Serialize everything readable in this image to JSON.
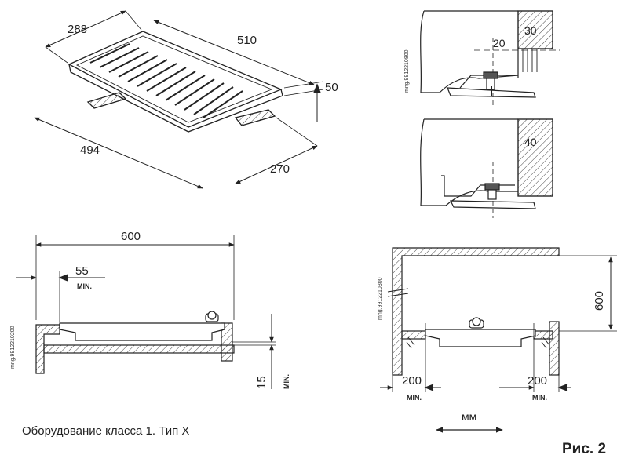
{
  "caption": "Оборудование класса 1. Тип X",
  "figure_label": "Рис. 2",
  "iso_view": {
    "depth": "288",
    "width": "510",
    "height": "50",
    "cutout_width": "494",
    "cutout_depth": "270"
  },
  "side_install": {
    "code": "mng.9912210200",
    "width": "600",
    "min_side_gap": "55",
    "min_side_gap_note": "MIN.",
    "min_below_gap": "15",
    "min_below_gap_note": "MIN."
  },
  "bracket_top": {
    "code": "mng.9912210800",
    "worktop_thickness": "30",
    "distance": "20"
  },
  "bracket_bottom": {
    "worktop_thickness": "40"
  },
  "niche_install": {
    "code": "mng.9912210300",
    "height": "600",
    "min_left": "200",
    "min_left_note": "MIN.",
    "min_right": "200",
    "min_right_note": "MIN.",
    "units": "мм"
  }
}
